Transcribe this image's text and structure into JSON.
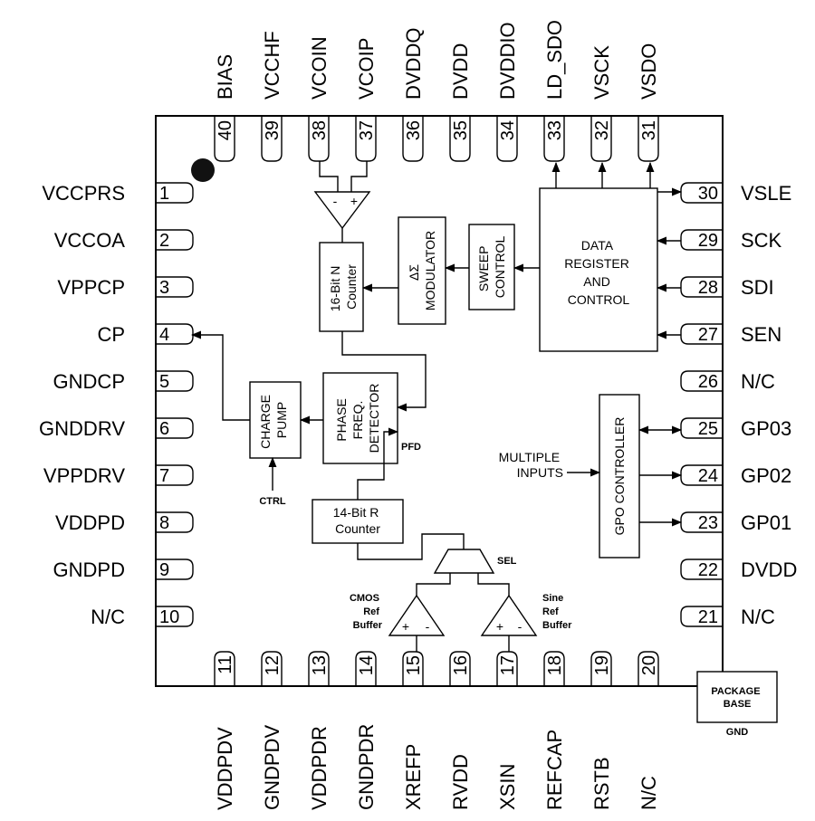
{
  "pins": {
    "left": [
      {
        "num": "1",
        "name": "VCCPRS"
      },
      {
        "num": "2",
        "name": "VCCOA"
      },
      {
        "num": "3",
        "name": "VPPCP"
      },
      {
        "num": "4",
        "name": "CP"
      },
      {
        "num": "5",
        "name": "GNDCP"
      },
      {
        "num": "6",
        "name": "GNDDRV"
      },
      {
        "num": "7",
        "name": "VPPDRV"
      },
      {
        "num": "8",
        "name": "VDDPD"
      },
      {
        "num": "9",
        "name": "GNDPD"
      },
      {
        "num": "10",
        "name": "N/C"
      }
    ],
    "bottom": [
      {
        "num": "11",
        "name": "VDDPDV"
      },
      {
        "num": "12",
        "name": "GNDPDV"
      },
      {
        "num": "13",
        "name": "VDDPDR"
      },
      {
        "num": "14",
        "name": "GNDPDR"
      },
      {
        "num": "15",
        "name": "XREFP"
      },
      {
        "num": "16",
        "name": "RVDD"
      },
      {
        "num": "17",
        "name": "XSIN"
      },
      {
        "num": "18",
        "name": "REFCAP"
      },
      {
        "num": "19",
        "name": "RSTB"
      },
      {
        "num": "20",
        "name": "N/C"
      }
    ],
    "right": [
      {
        "num": "30",
        "name": "VSLE"
      },
      {
        "num": "29",
        "name": "SCK"
      },
      {
        "num": "28",
        "name": "SDI"
      },
      {
        "num": "27",
        "name": "SEN"
      },
      {
        "num": "26",
        "name": "N/C"
      },
      {
        "num": "25",
        "name": "GP03"
      },
      {
        "num": "24",
        "name": "GP02"
      },
      {
        "num": "23",
        "name": "GP01"
      },
      {
        "num": "22",
        "name": "DVDD"
      },
      {
        "num": "21",
        "name": "N/C"
      }
    ],
    "top": [
      {
        "num": "40",
        "name": "BIAS"
      },
      {
        "num": "39",
        "name": "VCCHF"
      },
      {
        "num": "38",
        "name": "VCOIN"
      },
      {
        "num": "37",
        "name": "VCOIP"
      },
      {
        "num": "36",
        "name": "DVDDQ"
      },
      {
        "num": "35",
        "name": "DVDD"
      },
      {
        "num": "34",
        "name": "DVDDIO"
      },
      {
        "num": "33",
        "name": "LD_SDO"
      },
      {
        "num": "32",
        "name": "VSCK"
      },
      {
        "num": "31",
        "name": "VSDO"
      }
    ]
  },
  "blocks": {
    "n_counter": [
      "16-Bit N",
      "Counter"
    ],
    "modulator": [
      "ΔΣ",
      "MODULATOR"
    ],
    "sweep": [
      "SWEEP",
      "CONTROL"
    ],
    "data_reg": [
      "DATA",
      "REGISTER",
      "AND",
      "CONTROL"
    ],
    "charge_pump": [
      "CHARGE",
      "PUMP"
    ],
    "pfd": [
      "PHASE",
      "FREQ.",
      "DETECTOR"
    ],
    "r_counter": [
      "14-Bit R",
      "Counter"
    ],
    "gpo": "GPO CONTROLLER",
    "package": [
      "PACKAGE",
      "BASE"
    ]
  },
  "labels": {
    "ctrl": "CTRL",
    "pfd": "PFD",
    "sel": "SEL",
    "multiple_inputs": [
      "MULTIPLE",
      "INPUTS"
    ],
    "cmos_buffer": [
      "CMOS",
      "Ref",
      "Buffer"
    ],
    "sine_buffer": [
      "Sine",
      "Ref",
      "Buffer"
    ],
    "gnd": "GND",
    "amp_minus": "-",
    "amp_plus": "+",
    "buf_plus": "+",
    "buf_minus": "-"
  }
}
